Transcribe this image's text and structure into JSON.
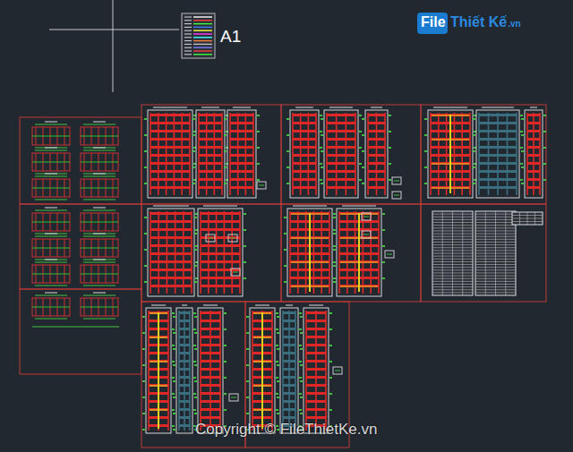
{
  "diagram": {
    "labels": [
      "A1",
      "File",
      "Thiết Kế",
      ".vn",
      "Copyright © FileThietKe.vn"
    ]
  }
}
